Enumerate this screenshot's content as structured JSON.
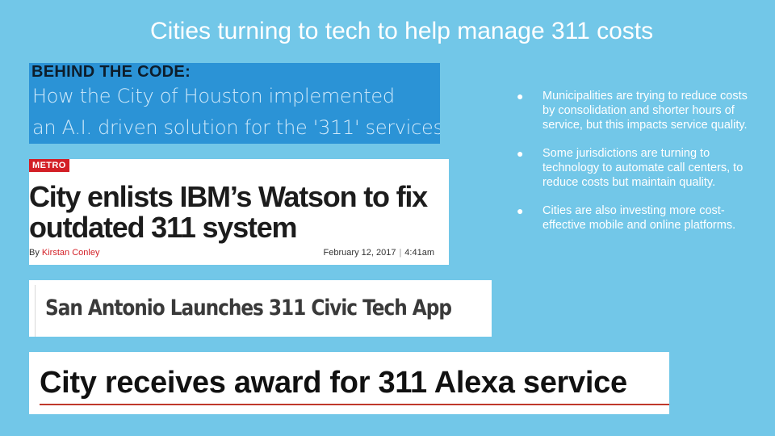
{
  "slide": {
    "title": "Cities turning to tech to help manage 311 costs"
  },
  "clippings": {
    "houston": {
      "kicker": "BEHIND THE CODE:",
      "line1": "How the City of Houston implemented",
      "line2": "an A.I. driven solution for the '311' services",
      "colors": {
        "background": "#2b93d6",
        "kicker": "#0d1d2b",
        "text": "#cfe9fa"
      }
    },
    "ibm": {
      "badge": "METRO",
      "headline": "City enlists IBM’s Watson to fix outdated 311 system",
      "byline_prefix": "By",
      "author": "Kirstan Conley",
      "date": "February 12, 2017",
      "separator": "|",
      "time": "4:41am",
      "colors": {
        "badge": "#d31f26",
        "author": "#d31f26"
      }
    },
    "san_antonio": {
      "headline": "San Antonio Launches 311 Civic Tech App"
    },
    "alexa": {
      "headline": "City receives award for 311 Alexa service",
      "colors": {
        "rule": "#c0392b"
      }
    }
  },
  "bullets": [
    {
      "marker": "●",
      "text": "Municipalities are trying to reduce costs by consolidation and shorter hours of service, but this impacts service quality."
    },
    {
      "marker": "●",
      "text": "Some jurisdictions are turning to technology to automate call centers, to reduce costs but maintain quality."
    },
    {
      "marker": "●",
      "text": "Cities are also investing more cost-effective mobile and online platforms."
    }
  ],
  "colors": {
    "slide_background": "#72c7e8",
    "text": "#ffffff"
  }
}
